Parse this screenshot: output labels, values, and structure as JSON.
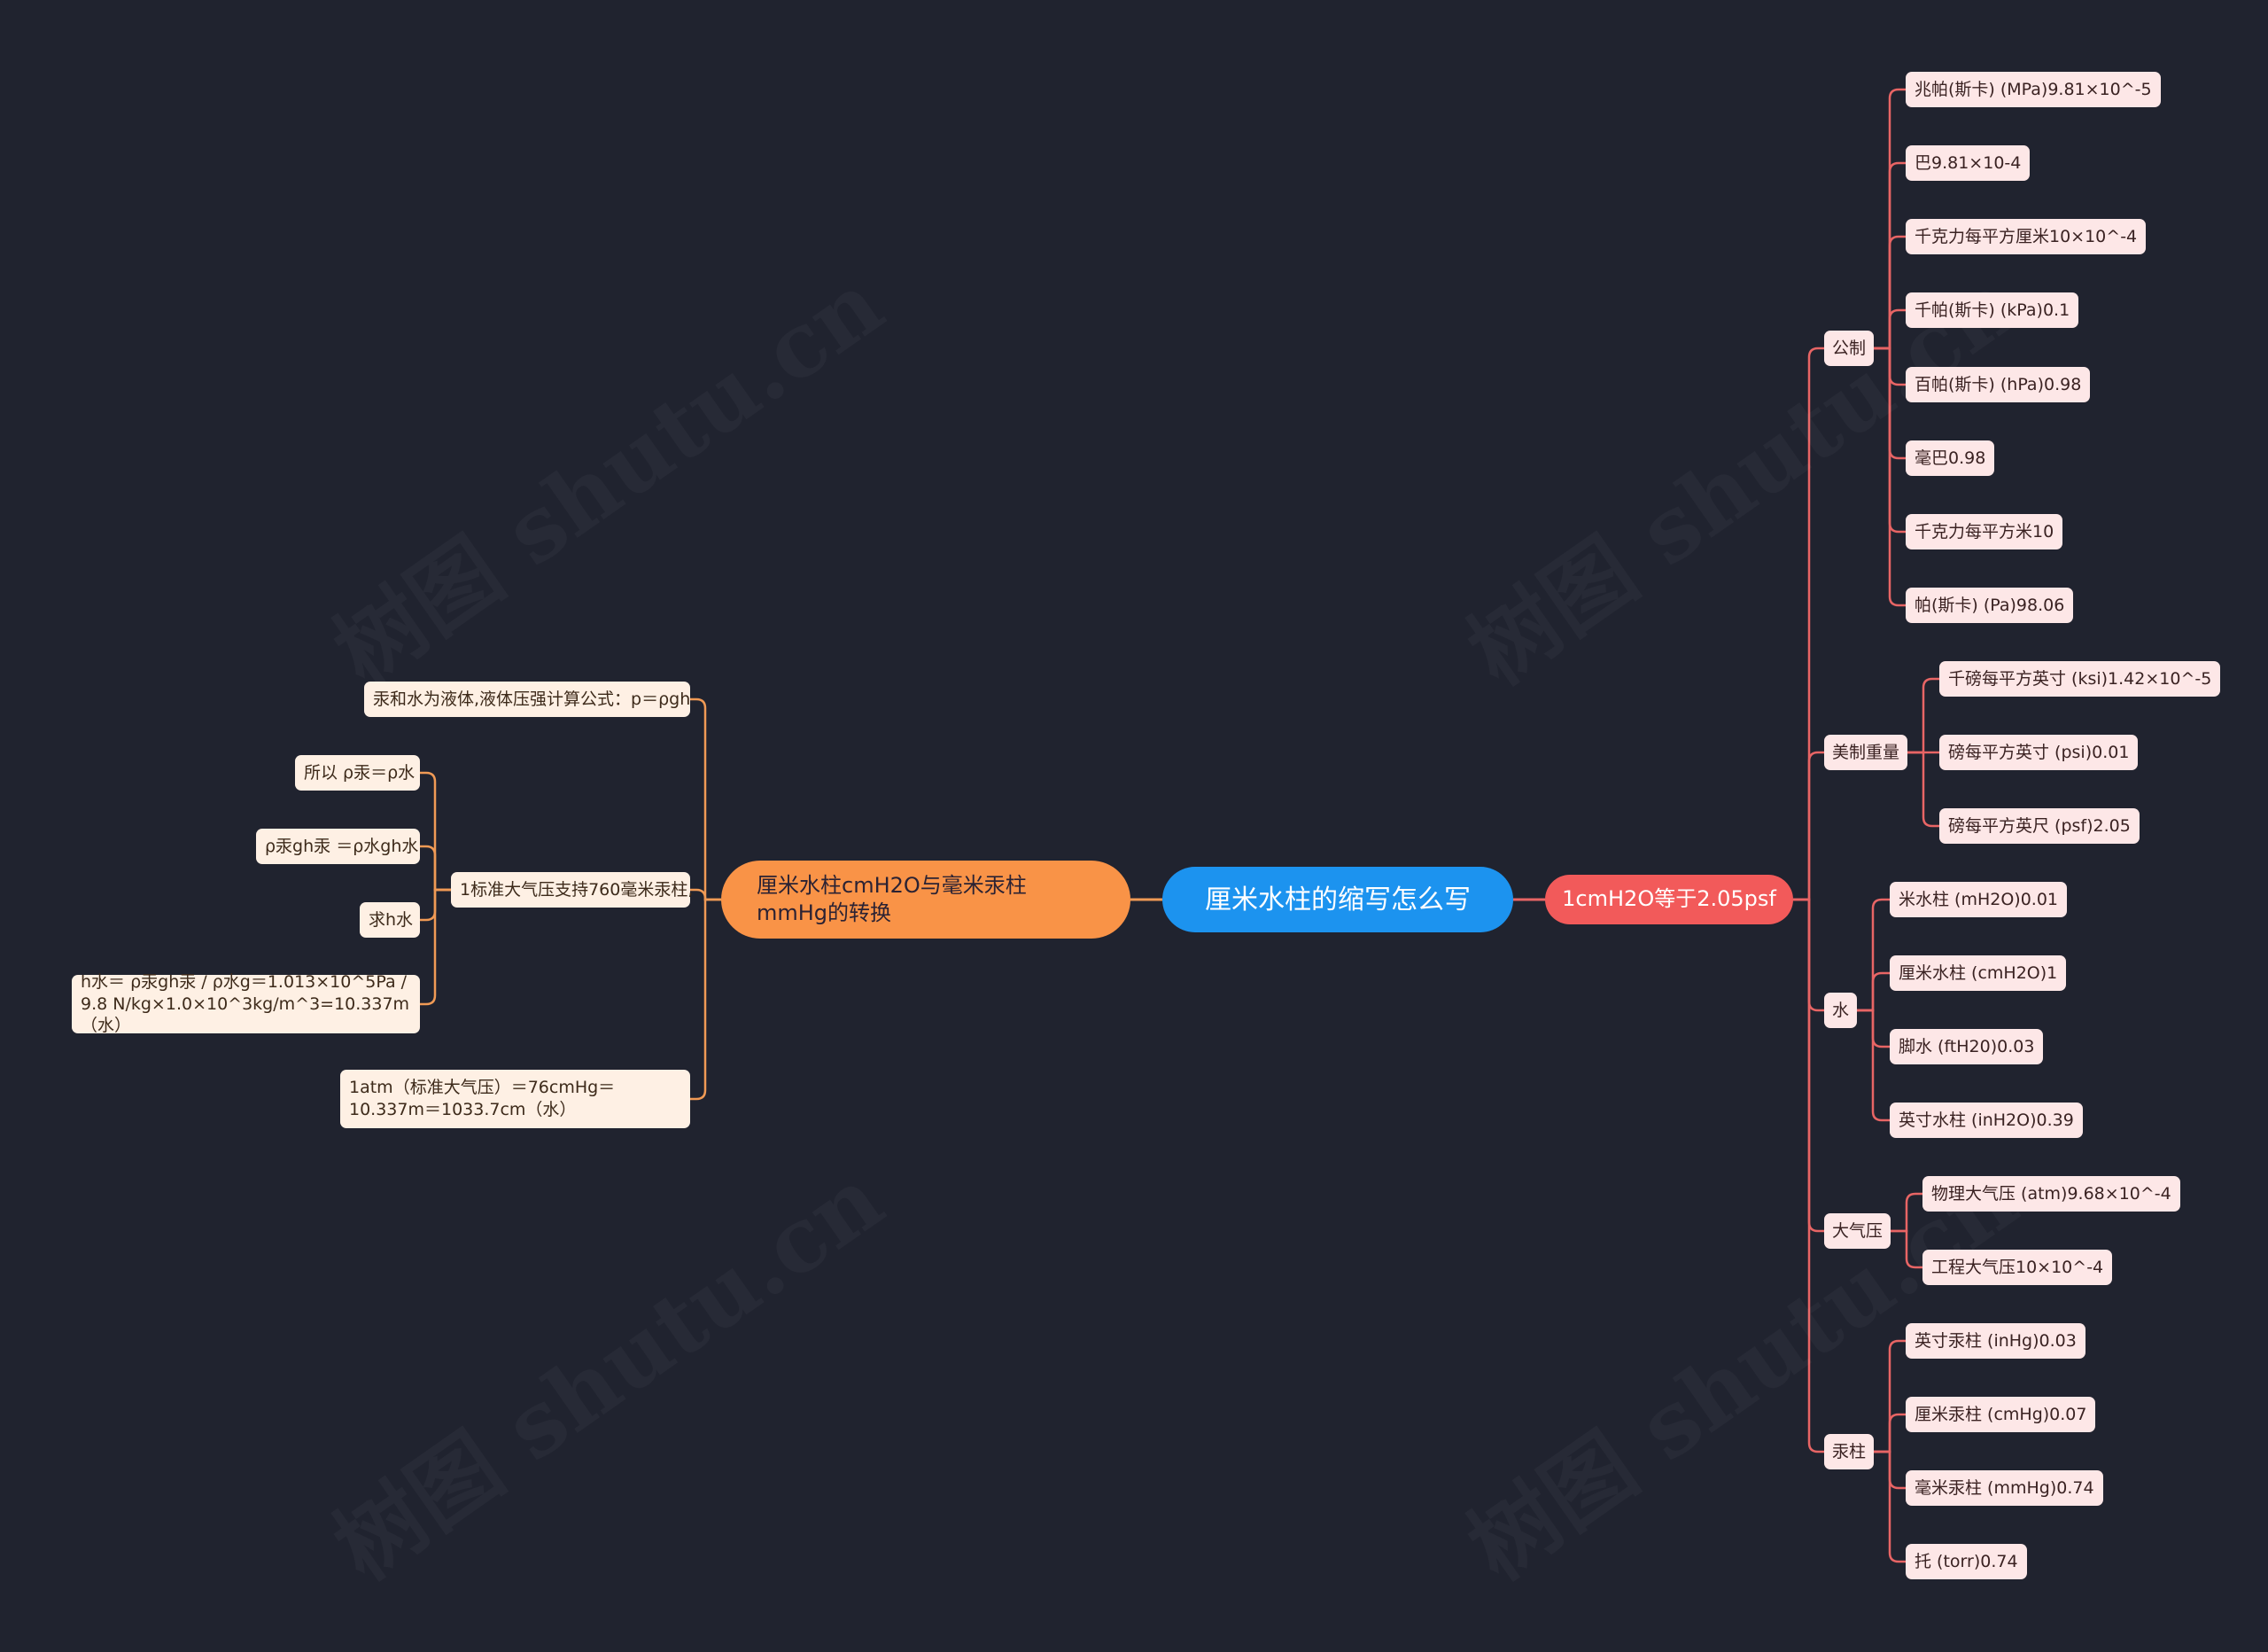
{
  "mindmap": {
    "root": {
      "label": "厘米水柱的缩写怎么写"
    },
    "right_branch": {
      "label": "1cmH2O等于2.05psf",
      "groups": [
        {
          "label": "公制",
          "items": [
            "兆帕(斯卡) (MPa)9.81×10^-5",
            "巴9.81×10-4",
            "千克力每平方厘米10×10^-4",
            "千帕(斯卡) (kPa)0.1",
            "百帕(斯卡) (hPa)0.98",
            "毫巴0.98",
            "千克力每平方米10",
            "帕(斯卡) (Pa)98.06"
          ]
        },
        {
          "label": "美制重量",
          "items": [
            "千磅每平方英寸 (ksi)1.42×10^-5",
            "磅每平方英寸 (psi)0.01",
            "磅每平方英尺 (psf)2.05"
          ]
        },
        {
          "label": "水",
          "items": [
            "米水柱 (mH2O)0.01",
            "厘米水柱 (cmH2O)1",
            "脚水 (ftH20)0.03",
            "英寸水柱 (inH2O)0.39"
          ]
        },
        {
          "label": "大气压",
          "items": [
            "物理大气压 (atm)9.68×10^-4",
            "工程大气压10×10^-4"
          ]
        },
        {
          "label": "汞柱",
          "items": [
            "英寸汞柱 (inHg)0.03",
            "厘米汞柱 (cmHg)0.07",
            "毫米汞柱 (mmHg)0.74",
            "托 (torr)0.74"
          ]
        }
      ]
    },
    "left_branch": {
      "label": "厘米水柱cmH2O与毫米汞柱mmHg的转换",
      "children": [
        {
          "label": "汞和水为液体,液体压强计算公式：p＝ρgh"
        },
        {
          "label": "1标准大气压支持760毫米汞柱,",
          "children": [
            "所以 ρ汞＝ρ水",
            "ρ汞gh汞 ＝ρ水gh水",
            "求h水",
            "h水＝ ρ汞gh汞 / ρ水g＝1.013×10^5Pa / 9.8 N/kg×1.0×10^3kg/m^3=10.337m（水）"
          ]
        },
        {
          "label": "1atm（标准大气压）＝76cmHg＝10.337m＝1033.7cm（水）"
        }
      ]
    }
  },
  "colors": {
    "background": "#20232f",
    "root": "#1c93ef",
    "right_branch": "#f25a5a",
    "left_branch": "#f99347",
    "right_link": "#e86565",
    "left_link": "#f09a55",
    "right_node_fill": "#fde7e7",
    "left_node_fill": "#fef0e4"
  },
  "watermark": "树图 shutu.cn"
}
